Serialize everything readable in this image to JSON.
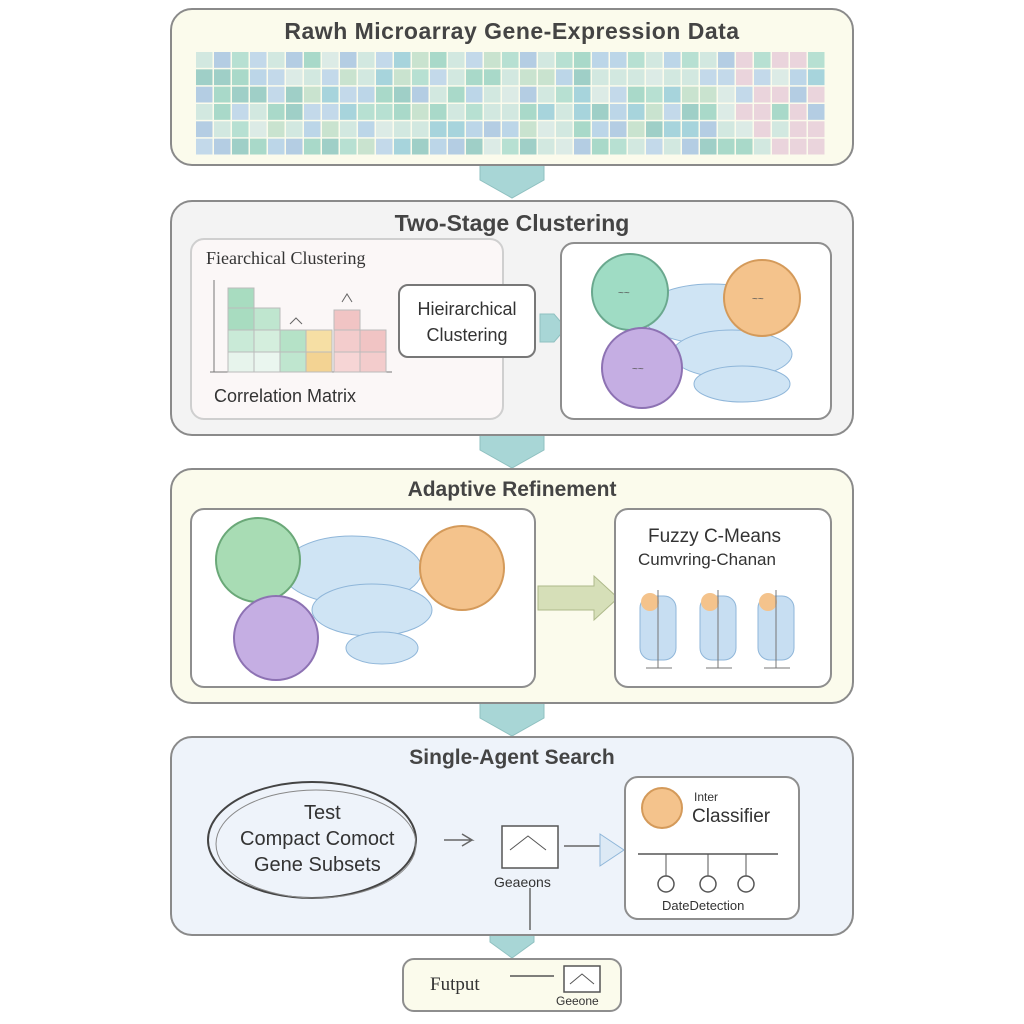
{
  "stages": {
    "raw": {
      "title": "Rawh Microarray Gene-Expression Data"
    },
    "two_stage": {
      "title": "Two-Stage Clustering",
      "inset_title": "Fiearchical Clustering",
      "inset_caption": "Correlation Matrix",
      "hier_box": "Hieirarchical\nClustering"
    },
    "adaptive": {
      "title": "Adaptive Refinement",
      "fcm_line1": "Fuzzy C-Means",
      "fcm_line2": "Cumvring-Chanan"
    },
    "search": {
      "title": "Single-Agent Search",
      "ellipse_line1": "Test",
      "ellipse_line2": "Compact Comoct",
      "ellipse_line3": "Gene Subsets",
      "mid_label": "Geaeons",
      "classifier_small": "Inter",
      "classifier_label": "Classifier",
      "detection_label": "DateDetection"
    },
    "output": {
      "label": "Futput",
      "sub_label": "Geeone"
    }
  },
  "colors": {
    "arrow": "#a8d6d6",
    "panel_yellow": "#fbfbec",
    "panel_gray": "#f3f3f3",
    "panel_blue": "#eef3fa",
    "cluster_green": "#8fd3b0",
    "cluster_orange": "#f2b87a",
    "cluster_purple": "#b79bd6",
    "cluster_blue": "#a9cdeb"
  }
}
